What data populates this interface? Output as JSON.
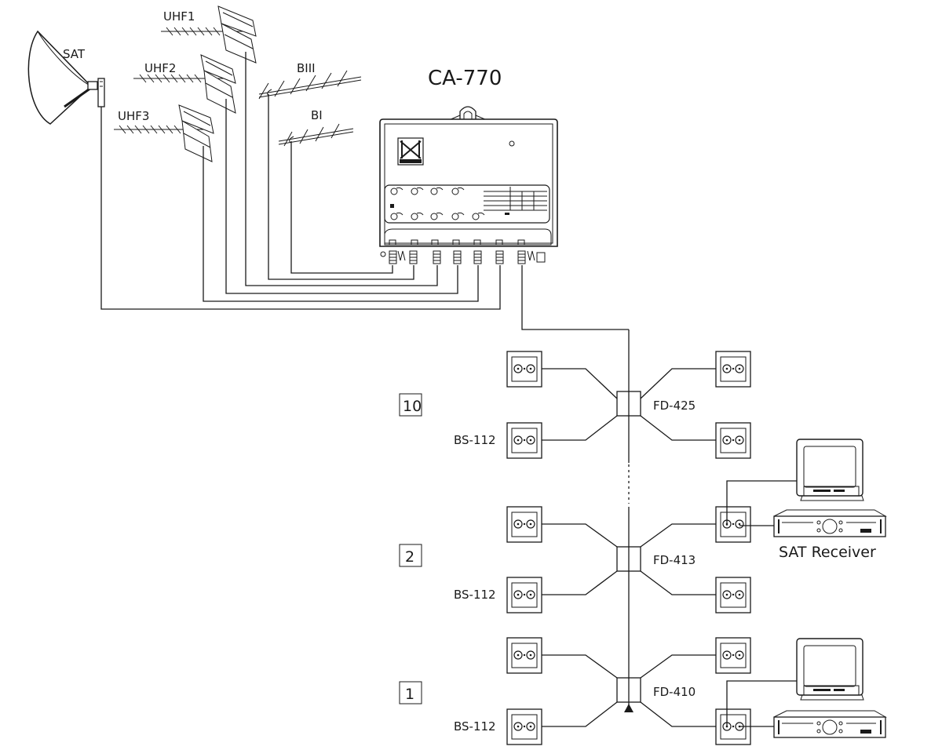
{
  "labels": {
    "sat": "SAT",
    "uhf1": "UHF1",
    "uhf2": "UHF2",
    "uhf3": "UHF3",
    "biii": "BIII",
    "bi": "BI",
    "amplifier": "CA-770",
    "sat_receiver": "SAT Receiver"
  },
  "floors": [
    {
      "number": "10",
      "splitter": "FD-425",
      "outlet": "BS-112"
    },
    {
      "number": "2",
      "splitter": "FD-413",
      "outlet": "BS-112"
    },
    {
      "number": "1",
      "splitter": "FD-410",
      "outlet": "BS-112"
    }
  ]
}
